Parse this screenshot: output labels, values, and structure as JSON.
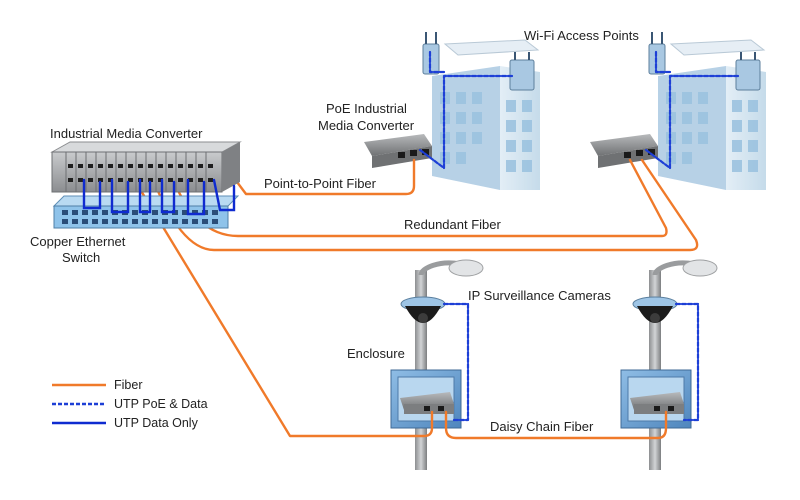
{
  "labels": {
    "industrial_media_converter": "Industrial Media Converter",
    "copper_switch_line1": "Copper Ethernet",
    "copper_switch_line2": "Switch",
    "poe_converter_line1": "PoE Industrial",
    "poe_converter_line2": "Media Converter",
    "wifi_access_points": "Wi-Fi Access Points",
    "point_to_point_fiber": "Point-to-Point Fiber",
    "redundant_fiber": "Redundant Fiber",
    "ip_cameras": "IP Surveillance Cameras",
    "enclosure": "Enclosure",
    "daisy_chain_fiber": "Daisy Chain Fiber"
  },
  "legend": {
    "items": [
      {
        "label": "Fiber",
        "style": "fiber"
      },
      {
        "label": "UTP PoE & Data",
        "style": "utp-poe"
      },
      {
        "label": "UTP Data Only",
        "style": "utp-data"
      }
    ]
  },
  "colors": {
    "fiber": "#f07a2a",
    "utp_poe": "#1d3fd6",
    "utp_data": "#0f2bd0",
    "building": "#d6e6f2",
    "building_window": "#9cc3e0",
    "enclosure": "#6aa0d0",
    "device_gray": "#8f9193",
    "switch_blue": "#8fc3ea"
  }
}
